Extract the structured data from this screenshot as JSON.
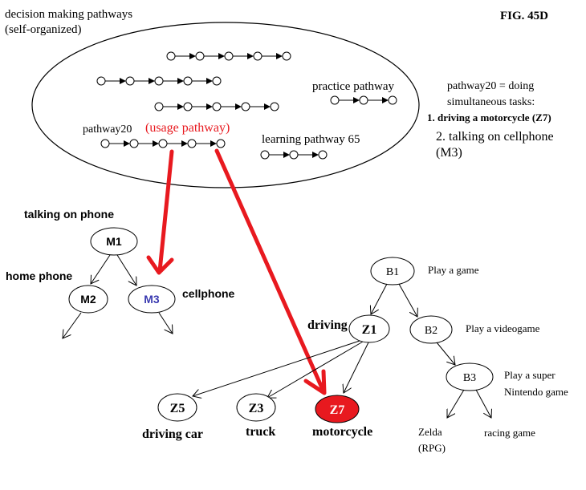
{
  "figure": {
    "fig_label": "FIG. 45D",
    "title_line1": "decision making pathways",
    "title_line2": "(self-organized)"
  },
  "pathways": {
    "practice_label": "practice pathway",
    "learning_label": "learning pathway 65",
    "pathway20_label": "pathway20",
    "usage_label": "(usage pathway)"
  },
  "notes": {
    "line1": "pathway20 = doing",
    "line2": "simultaneous tasks:",
    "item1": "1.  driving a motorcycle (Z7)",
    "item2": "2.  talking on cellphone",
    "item2b": "(M3)"
  },
  "tree_m": {
    "root_caption": "talking on phone",
    "m1": "M1",
    "m2": "M2",
    "m3": "M3",
    "home_phone": "home phone",
    "cellphone": "cellphone"
  },
  "tree_b": {
    "b1": "B1",
    "b1_caption": "Play a game",
    "z1": "Z1",
    "driving": "driving",
    "b2": "B2",
    "b2_caption": "Play a videogame",
    "b3": "B3",
    "b3_caption_1": "Play a super",
    "b3_caption_2": "Nintendo game",
    "zelda_1": "Zelda",
    "zelda_2": "(RPG)",
    "racing": "racing game",
    "z5": "Z5",
    "z5_caption": "driving car",
    "z3": "Z3",
    "z3_caption": "truck",
    "z7": "Z7",
    "z7_caption": "motorcycle"
  },
  "colors": {
    "accent_red": "#e8191f",
    "m3_blue": "#3a3ab0",
    "ink": "#000000"
  }
}
